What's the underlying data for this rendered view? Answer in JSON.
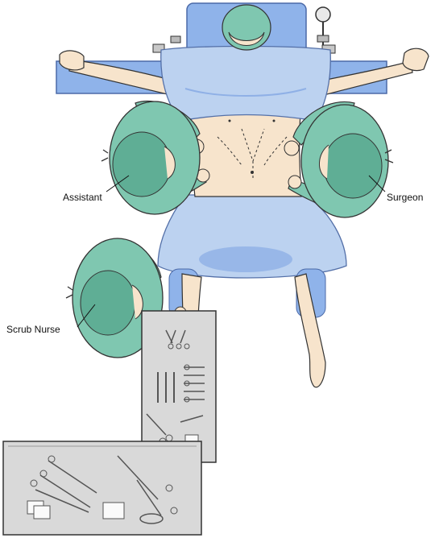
{
  "labels": {
    "assistant": "Assistant",
    "surgeon": "Surgeon",
    "scrub_nurse": "Scrub Nurse"
  },
  "colors": {
    "drape": "#bcd2f0",
    "drape_shadow": "#8fb0e6",
    "gown": "#7fc7b0",
    "gown_dark": "#4f9e86",
    "skin": "#f7e4cc",
    "table": "#8fb3ea",
    "tray": "#d9d9d9",
    "instrument": "#5a5a5a"
  },
  "icons": [
    "scalpel-icon",
    "clamp-icon",
    "scissors-icon",
    "forceps-icon",
    "gauze-icon"
  ]
}
